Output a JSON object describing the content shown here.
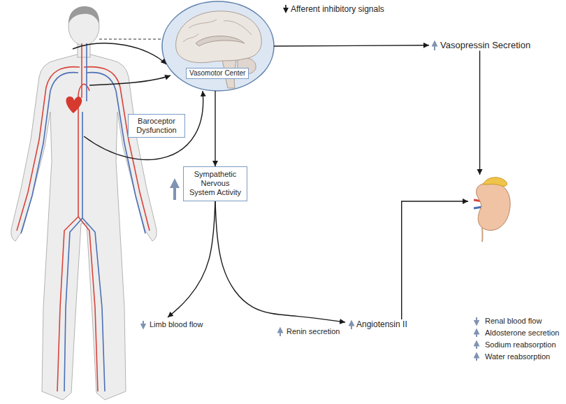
{
  "diagram": {
    "nodes": [
      {
        "text": [
          "Vasomotor Center"
        ]
      },
      {
        "text": [
          "Vasopressin Secretion"
        ]
      },
      {
        "text": [
          "Baroceptor Dysfunction"
        ]
      },
      {
        "text": [
          "Sympathetic Nervous System Activity"
        ]
      },
      {
        "text": [
          "Limb blood flow"
        ]
      },
      {
        "text": [
          "Angiotensin II"
        ]
      },
      {
        "text": [
          "Renal blood flow",
          "Aldosterone secretion",
          "Sodium reabsorption",
          "Water reabsorption"
        ]
      }
    ],
    "edges": [
      {
        "from": 0,
        "to": 1,
        "arrow": "to"
      },
      {
        "from": 0,
        "to": 3,
        "arrow": "to"
      },
      {
        "from": 1,
        "to": 6,
        "arrow": "to"
      },
      {
        "from": 3,
        "to": 4,
        "arrow": "to"
      },
      {
        "from": 3,
        "to": 5,
        "label": "Renin secretion",
        "arrow": "to"
      },
      {
        "from": 5,
        "to": 6,
        "arrow": "to"
      }
    ],
    "labels": [
      "Afferent inhibitory signals"
    ]
  }
}
